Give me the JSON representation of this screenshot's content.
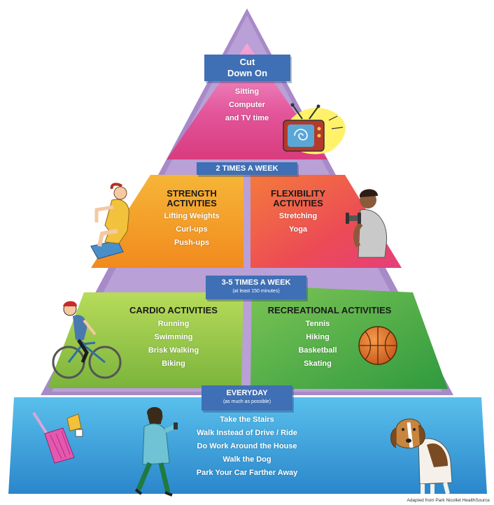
{
  "tiers": {
    "top": {
      "banner": [
        "Cut",
        "Down On"
      ],
      "items": [
        "Sitting",
        "Computer",
        "and TV time"
      ]
    },
    "two_times": {
      "banner": "2 TIMES A WEEK",
      "left": {
        "heading": [
          "STRENGTH",
          "ACTIVITIES"
        ],
        "items": [
          "Lifting Weights",
          "Curl-ups",
          "Push-ups"
        ]
      },
      "right": {
        "heading": [
          "FLEXIBILITY",
          "ACTIVITIES"
        ],
        "items": [
          "Stretching",
          "Yoga"
        ]
      }
    },
    "three_five": {
      "banner": "3-5 TIMES A WEEK",
      "subtitle": "(at least 150 minutes)",
      "left": {
        "heading": "CARDIO ACTIVITIES",
        "items": [
          "Running",
          "Swimming",
          "Brisk Walking",
          "Biking"
        ]
      },
      "right": {
        "heading": "RECREATIONAL ACTIVITIES",
        "items": [
          "Tennis",
          "Hiking",
          "Basketball",
          "Skating"
        ]
      }
    },
    "everyday": {
      "banner": "EVERYDAY",
      "subtitle": "(as much as possible)",
      "items": [
        "Take the Stairs",
        "Walk Instead of Drive / Ride",
        "Do Work Around the House",
        "Walk the Dog",
        "Park Your Car Farther Away"
      ]
    }
  },
  "credit": "Adapted from Park Nicollet HealthSource",
  "icons": [
    "tv-icon",
    "woman-lifting-icon",
    "man-dumbbell-icon",
    "cyclist-icon",
    "basketball-icon",
    "broom-icon",
    "walking-woman-icon",
    "dog-icon"
  ],
  "colors": {
    "banner": "#3f6fb5",
    "pyramid_frame": "#a78ac8",
    "top_pink": "#e0458f",
    "strength_orange": "#f39a24",
    "flex_red": "#ec4b55",
    "cardio_green": "#8cc63f",
    "rec_green": "#4cae48",
    "everyday_blue": "#3f9ed9"
  }
}
